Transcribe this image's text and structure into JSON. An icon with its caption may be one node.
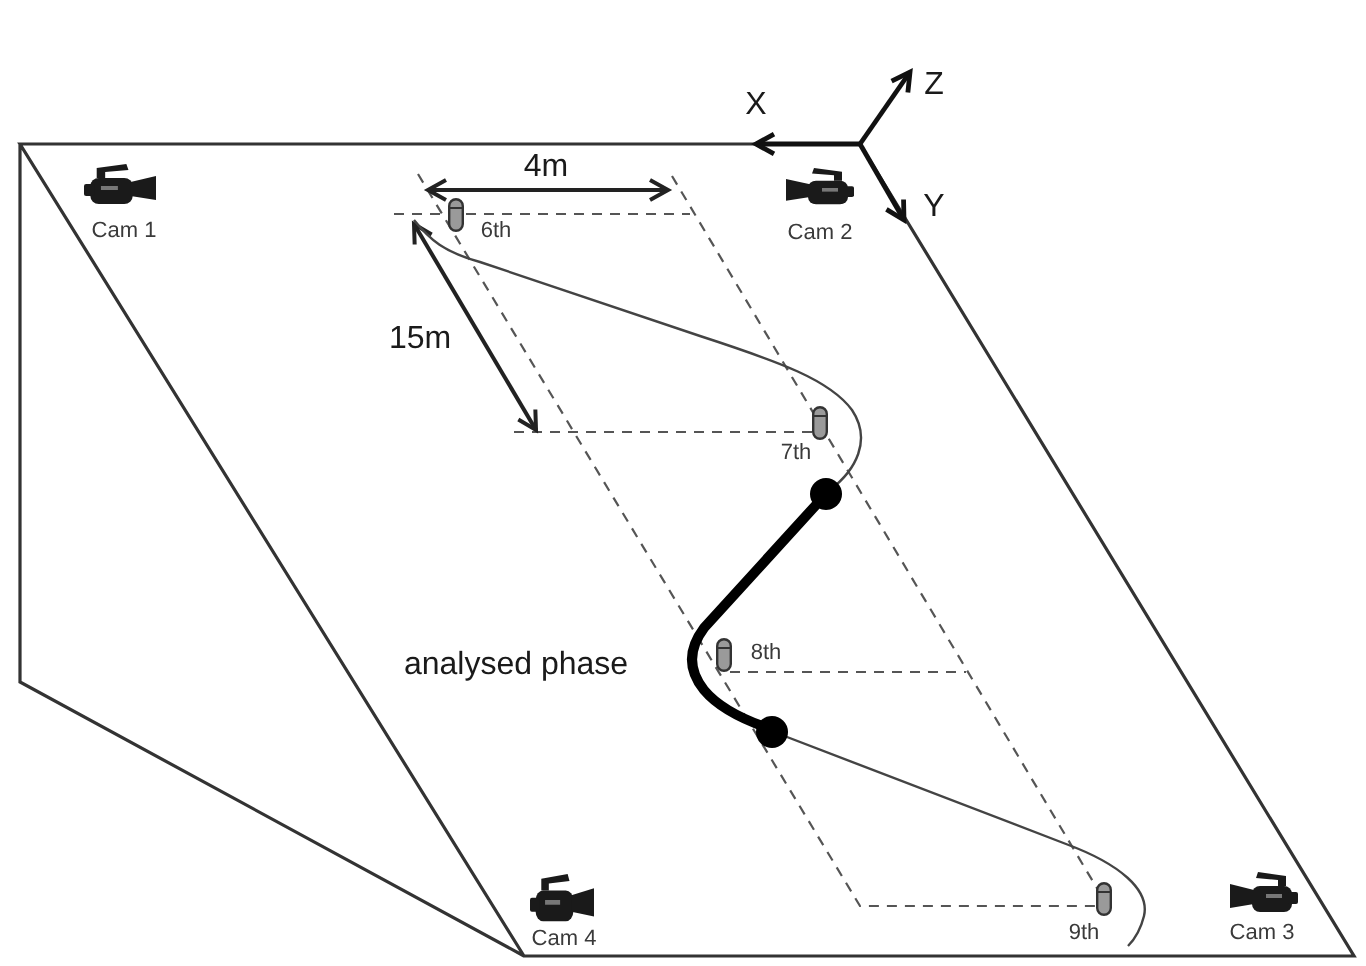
{
  "diagram": {
    "labels": [
      "Z",
      "X",
      "4m",
      "Y",
      "Cam 1",
      "6th",
      "Cam 2",
      "15m",
      "7th",
      "analysed phase",
      "8th",
      "Cam 4",
      "9th",
      "Cam 3"
    ]
  }
}
